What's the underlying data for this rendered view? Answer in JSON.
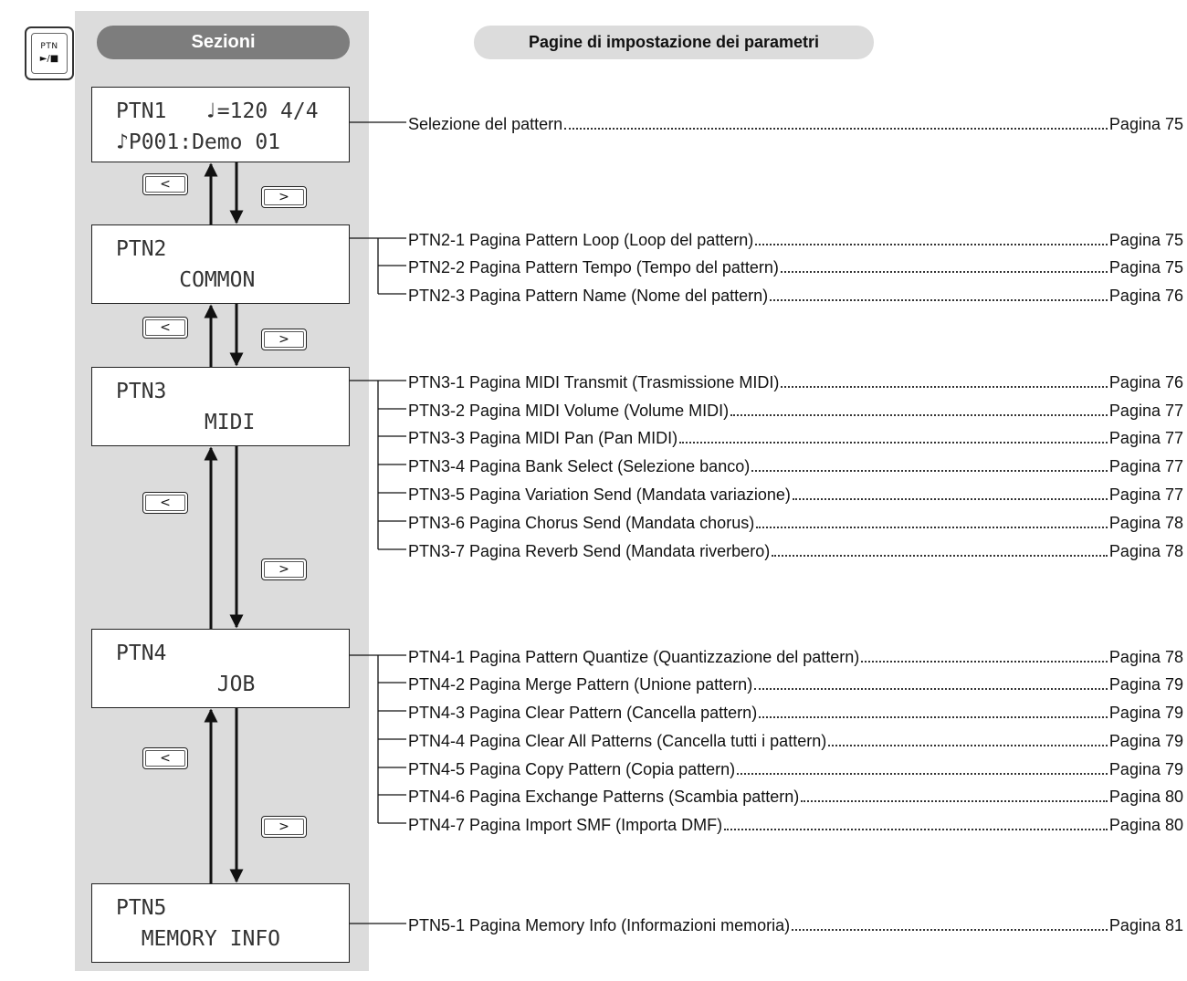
{
  "ptn_key": {
    "label": "PTN",
    "symbol": "►/■"
  },
  "headers": {
    "sections": "Sezioni",
    "parameter_pages": "Pagine di impostazione dei parametri"
  },
  "nav_buttons": {
    "prev": "<",
    "next": ">"
  },
  "colors": {
    "panel": "#dcdcdc",
    "section_pill": "#7d7d7d",
    "params_pill": "#dcdcdc",
    "line": "#111111"
  },
  "sections": [
    {
      "line1": "PTN1   ♩=120 4/4",
      "line2": "♪P001:Demo 01",
      "entries": [
        {
          "label": "Selezione del pattern",
          "page": "Pagina 75"
        }
      ]
    },
    {
      "line1": "PTN2",
      "line2": "     COMMON",
      "entries": [
        {
          "label": "PTN2-1 Pagina Pattern Loop (Loop del pattern)",
          "page": "Pagina 75"
        },
        {
          "label": "PTN2-2 Pagina Pattern Tempo (Tempo del pattern)",
          "page": "Pagina 75"
        },
        {
          "label": "PTN2-3 Pagina Pattern Name (Nome del pattern)",
          "page": "Pagina 76"
        }
      ]
    },
    {
      "line1": "PTN3",
      "line2": "       MIDI",
      "entries": [
        {
          "label": "PTN3-1 Pagina MIDI Transmit (Trasmissione MIDI)",
          "page": "Pagina 76"
        },
        {
          "label": "PTN3-2 Pagina MIDI Volume (Volume MIDI)",
          "page": "Pagina 77"
        },
        {
          "label": "PTN3-3 Pagina MIDI Pan (Pan MIDI)",
          "page": "Pagina 77"
        },
        {
          "label": "PTN3-4 Pagina Bank Select (Selezione banco)",
          "page": "Pagina 77"
        },
        {
          "label": "PTN3-5 Pagina Variation Send (Mandata variazione)",
          "page": "Pagina 77"
        },
        {
          "label": "PTN3-6 Pagina Chorus Send (Mandata chorus)",
          "page": "Pagina 78"
        },
        {
          "label": "PTN3-7 Pagina Reverb Send (Mandata riverbero)",
          "page": "Pagina 78"
        }
      ]
    },
    {
      "line1": "PTN4",
      "line2": "        JOB",
      "entries": [
        {
          "label": "PTN4-1 Pagina Pattern Quantize (Quantizzazione del pattern)",
          "page": "Pagina 78"
        },
        {
          "label": "PTN4-2 Pagina Merge Pattern (Unione pattern)",
          "page": "Pagina 79"
        },
        {
          "label": "PTN4-3 Pagina Clear Pattern (Cancella pattern)",
          "page": "Pagina 79"
        },
        {
          "label": "PTN4-4 Pagina Clear All Patterns (Cancella tutti i pattern)",
          "page": "Pagina 79"
        },
        {
          "label": "PTN4-5 Pagina Copy Pattern (Copia pattern)",
          "page": "Pagina 79"
        },
        {
          "label": "PTN4-6 Pagina Exchange Patterns (Scambia pattern)",
          "page": "Pagina 80"
        },
        {
          "label": "PTN4-7 Pagina Import SMF (Importa DMF)",
          "page": "Pagina 80"
        }
      ]
    },
    {
      "line1": "PTN5",
      "line2": "  MEMORY INFO",
      "entries": [
        {
          "label": "PTN5-1 Pagina Memory Info (Informazioni memoria)",
          "page": "Pagina 81"
        }
      ]
    }
  ]
}
